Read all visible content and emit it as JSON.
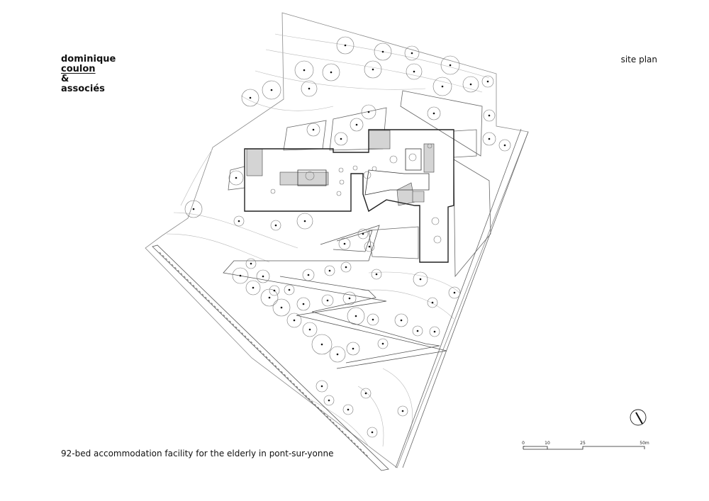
{
  "office": {
    "line1": "dominique",
    "line2": "coulon",
    "line3": "&",
    "line4": "associés"
  },
  "sheet_title": "site plan",
  "caption": "92-bed accommodation facility for the elderly in pont-sur-yonne",
  "scale_bar": {
    "labels": [
      "0",
      "10",
      "25",
      "50m"
    ]
  },
  "colors": {
    "line": "#222222",
    "thin_line": "#8a8a8a",
    "shade": "#d4d4d4"
  }
}
